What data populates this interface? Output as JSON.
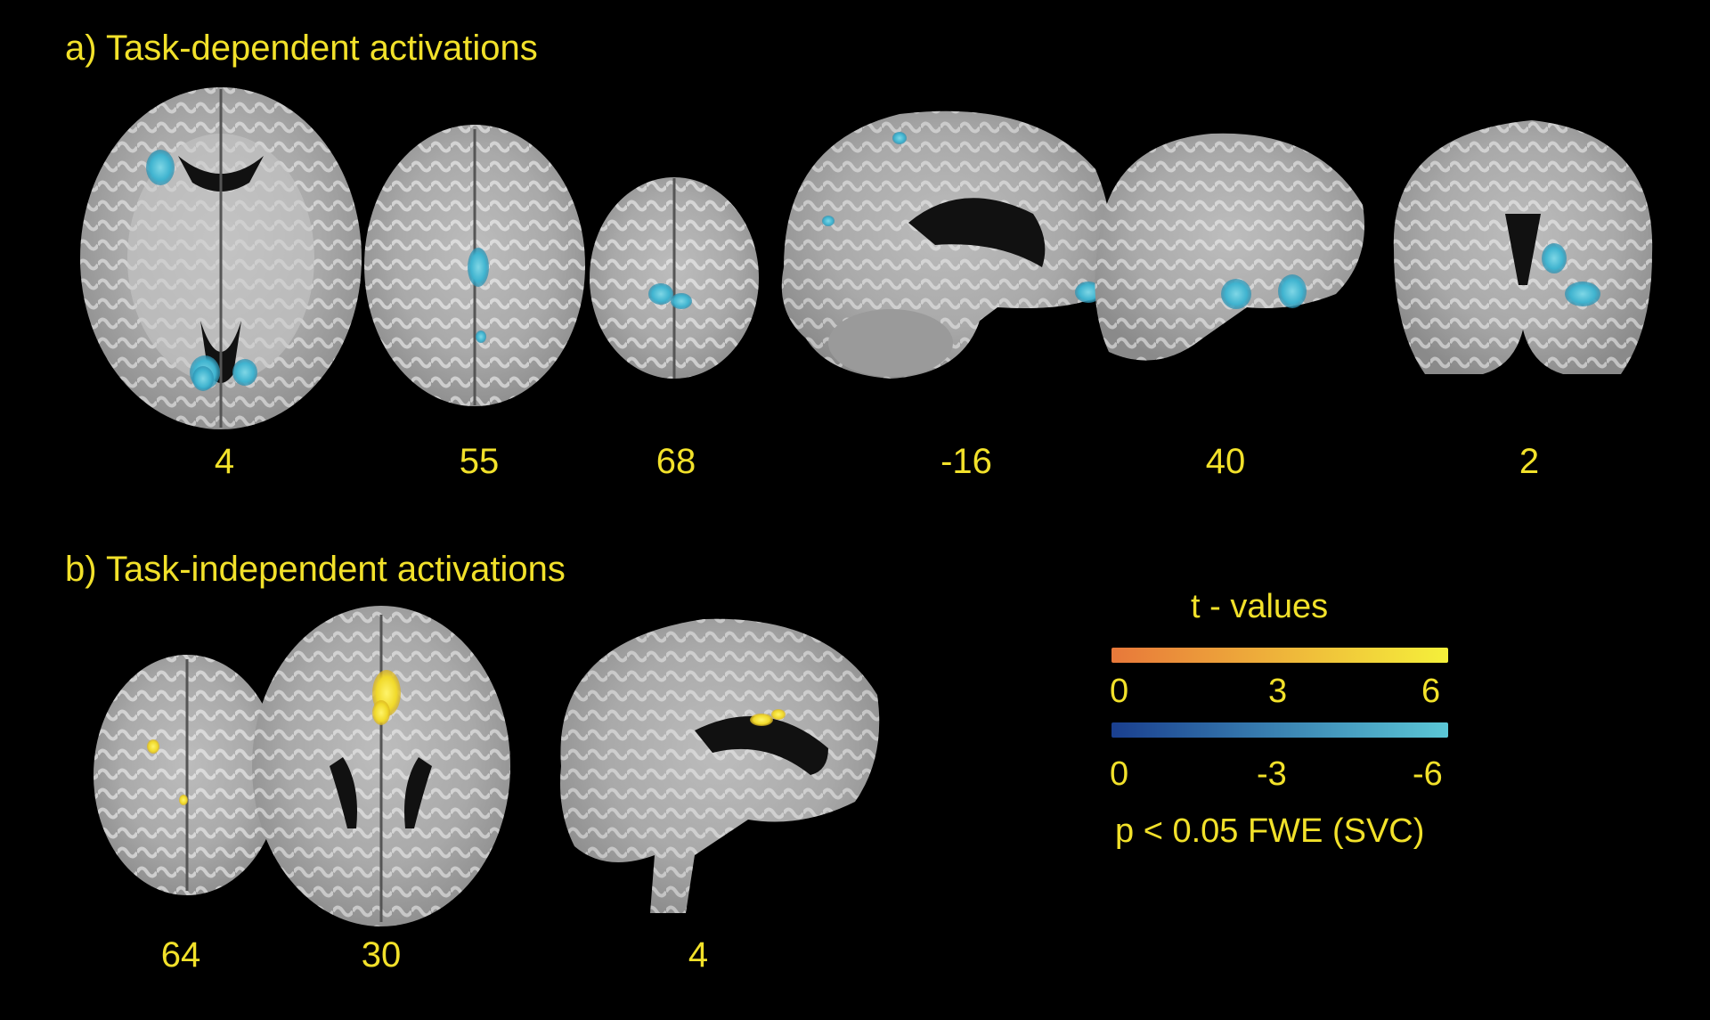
{
  "panel_a": {
    "title": "a) Task-dependent  activations",
    "slices": [
      "4",
      "55",
      "68",
      "-16",
      "40",
      "2"
    ]
  },
  "panel_b": {
    "title": "b) Task-independent  activations",
    "slices": [
      "64",
      "30",
      "4"
    ]
  },
  "legend": {
    "title": "t - values",
    "positive_ticks": [
      "0",
      "3",
      "6"
    ],
    "negative_ticks": [
      "0",
      "-3",
      "-6"
    ],
    "threshold": "p < 0.05 FWE (SVC)",
    "positive_colors": [
      "#E8783A",
      "#F5F03A"
    ],
    "negative_colors": [
      "#1A3F8F",
      "#5BC7D6"
    ]
  },
  "colors": {
    "background": "#000000",
    "text": "#F2E12A",
    "brain": "#d8d8d8",
    "activation_negative": "#4FC3DA",
    "activation_positive": "#F7E02A"
  }
}
